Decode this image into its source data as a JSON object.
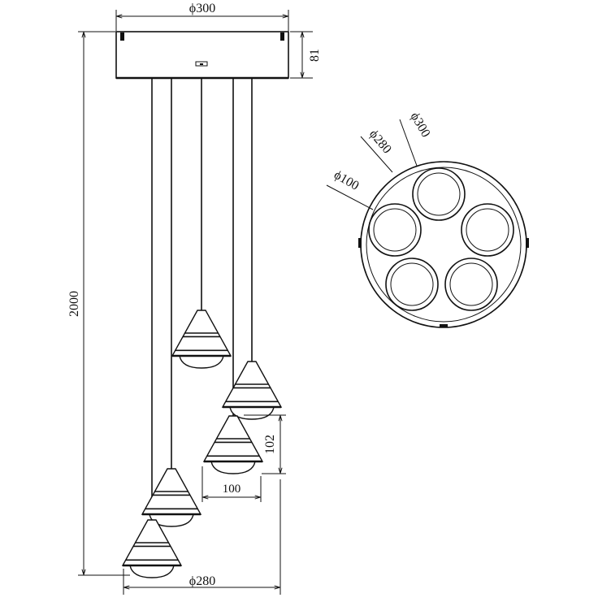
{
  "side_view": {
    "top_diameter": "ϕ300",
    "canopy_height": "81",
    "total_height": "2000",
    "shade_height": "102",
    "shade_diameter": "100",
    "spread_diameter": "ϕ280"
  },
  "top_view": {
    "outer_diameter": "ϕ300",
    "ring_diameter": "ϕ280",
    "lamp_diameter": "ϕ100"
  }
}
